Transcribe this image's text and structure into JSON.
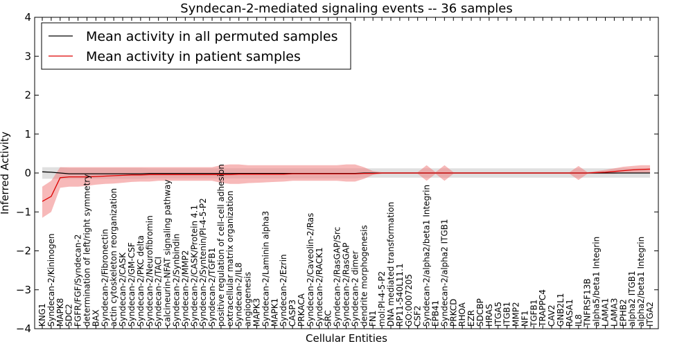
{
  "chart_data": {
    "type": "line",
    "title": "Syndecan-2-mediated signaling events -- 36 samples",
    "xlabel": "Cellular Entities",
    "ylabel": "Inferred Activity",
    "ylim": [
      -4,
      4
    ],
    "yticks": [
      -4,
      -3,
      -2,
      -1,
      0,
      1,
      2,
      3,
      4
    ],
    "legend_position": "top-left",
    "categories": [
      "KNG1",
      "Syndecan-2/Kininogen",
      "MAPK8",
      "SDC2",
      "FGFR/FGF/Syndecan-2",
      "determination of left/right symmetry",
      "BAX",
      "Syndecan-2/Fibronectin",
      "actin cytoskeleton reorganization",
      "Syndecan-2/CASK",
      "Syndecan-2/GM-CSF",
      "Syndecan-2/PKC delta",
      "Syndecan-2/Neurofibromin",
      "Syndecan-2/TACI",
      "calcineurin-NFAT signaling pathway",
      "Syndecan-2/Synbindin",
      "Syndecan-2/MMP2",
      "Syndecan-2/CASK/Protein 4.1",
      "Syndecan-2/Syntenin/PI-4-5-P2",
      "Syndecan-2/TGFB1",
      "positive regulation of cell-cell adhesion",
      "extracellular matrix organization",
      "Syndecan-2/IL8",
      "angiogenesis",
      "MAPK3",
      "Syndecan-2/Laminin alpha3",
      "MAPK1",
      "Syndecan-2/Ezrin",
      "CASP3",
      "PRKACA",
      "Syndecan-2/Caveolin-2/Ras",
      "Syndecan-2/RACK1",
      "SRC",
      "Syndecan-2/RasGAP/Src",
      "Syndecan-2/RasGAP",
      "Syndecan-2 dimer",
      "dendrite morphogenesis",
      "FN1",
      "mol:PI-4-5-P2",
      "DNA mediated transformation",
      "RP11-540L11.1",
      "GO:0007205",
      "CSF2",
      "Syndecan-2/alpha2/beta1 Integrin",
      "EPB41",
      "Syndecan-2/alpha2 ITGB1",
      "PRKCD",
      "RHOA",
      "EZR",
      "SDCBP",
      "HRAS",
      "ITGA5",
      "ITGB1",
      "MMP2",
      "NF1",
      "TGFB1",
      "TRAPPC4",
      "CAV2",
      "GNB2L1",
      "RASA1",
      "IL8",
      "TNFRSF13B",
      "alpha5/beta1 Integrin",
      "LAMA1",
      "LAMA3",
      "EPHB2",
      "alpha2 ITGB1",
      "alpha2/beta1 Integrin",
      "ITGA2"
    ],
    "series": [
      {
        "name": "Mean activity in all permuted samples",
        "color": "#000000",
        "band_color": "#bbbbbb",
        "values": [
          0.03,
          0.02,
          0.0,
          -0.02,
          -0.02,
          -0.02,
          -0.02,
          -0.02,
          -0.02,
          -0.02,
          -0.02,
          -0.02,
          -0.01,
          -0.01,
          -0.01,
          -0.01,
          -0.01,
          -0.01,
          -0.01,
          -0.01,
          -0.01,
          -0.01,
          -0.01,
          -0.01,
          -0.01,
          -0.01,
          -0.01,
          -0.01,
          -0.01,
          -0.01,
          -0.01,
          -0.01,
          -0.01,
          -0.01,
          -0.01,
          -0.01,
          0.0,
          0.0,
          0.0,
          0.0,
          0.0,
          0.0,
          0.0,
          0.0,
          0.0,
          0.0,
          0.0,
          0.0,
          0.0,
          0.0,
          0.0,
          0.0,
          0.0,
          0.0,
          0.0,
          0.0,
          0.0,
          0.0,
          0.0,
          0.0,
          0.0,
          0.0,
          0.0,
          0.0,
          0.0,
          0.0,
          0.0,
          0.0,
          0.0
        ],
        "upper": [
          0.15,
          0.15,
          0.15,
          0.13,
          0.13,
          0.13,
          0.13,
          0.13,
          0.13,
          0.13,
          0.13,
          0.13,
          0.12,
          0.12,
          0.12,
          0.12,
          0.12,
          0.12,
          0.12,
          0.12,
          0.12,
          0.12,
          0.12,
          0.12,
          0.12,
          0.12,
          0.12,
          0.12,
          0.12,
          0.12,
          0.12,
          0.12,
          0.12,
          0.12,
          0.12,
          0.12,
          0.12,
          0.12,
          0.12,
          0.12,
          0.12,
          0.12,
          0.12,
          0.12,
          0.12,
          0.12,
          0.12,
          0.12,
          0.12,
          0.12,
          0.12,
          0.12,
          0.12,
          0.12,
          0.12,
          0.12,
          0.12,
          0.12,
          0.12,
          0.12,
          0.12,
          0.12,
          0.12,
          0.12,
          0.12,
          0.12,
          0.12,
          0.12,
          0.12
        ],
        "lower": [
          -0.15,
          -0.15,
          -0.15,
          -0.15,
          -0.15,
          -0.15,
          -0.15,
          -0.15,
          -0.15,
          -0.15,
          -0.15,
          -0.15,
          -0.14,
          -0.14,
          -0.14,
          -0.14,
          -0.14,
          -0.14,
          -0.14,
          -0.14,
          -0.14,
          -0.14,
          -0.14,
          -0.14,
          -0.14,
          -0.14,
          -0.14,
          -0.14,
          -0.14,
          -0.14,
          -0.14,
          -0.14,
          -0.14,
          -0.14,
          -0.14,
          -0.14,
          -0.12,
          -0.12,
          -0.12,
          -0.12,
          -0.12,
          -0.12,
          -0.12,
          -0.12,
          -0.12,
          -0.12,
          -0.12,
          -0.12,
          -0.12,
          -0.12,
          -0.12,
          -0.12,
          -0.12,
          -0.12,
          -0.12,
          -0.12,
          -0.12,
          -0.12,
          -0.12,
          -0.12,
          -0.12,
          -0.12,
          -0.12,
          -0.12,
          -0.12,
          -0.12,
          -0.12,
          -0.12,
          -0.12
        ]
      },
      {
        "name": "Mean activity in patient samples",
        "color": "#dd0000",
        "band_color": "#f08080",
        "values": [
          -0.73,
          -0.6,
          -0.12,
          -0.1,
          -0.1,
          -0.1,
          -0.09,
          -0.08,
          -0.07,
          -0.06,
          -0.05,
          -0.05,
          -0.04,
          -0.04,
          -0.04,
          -0.04,
          -0.04,
          -0.04,
          -0.04,
          -0.04,
          -0.04,
          -0.04,
          -0.03,
          -0.03,
          -0.03,
          -0.03,
          -0.03,
          -0.03,
          -0.02,
          -0.02,
          -0.02,
          -0.02,
          -0.02,
          -0.02,
          -0.02,
          -0.02,
          -0.01,
          -0.01,
          0.0,
          0.0,
          0.0,
          0.0,
          0.0,
          0.0,
          0.0,
          0.0,
          0.0,
          0.0,
          0.0,
          0.0,
          0.0,
          0.0,
          0.0,
          0.0,
          0.0,
          0.0,
          0.0,
          0.0,
          0.0,
          0.0,
          0.0,
          0.0,
          0.01,
          0.02,
          0.04,
          0.06,
          0.08,
          0.09,
          0.1
        ],
        "upper": [
          -0.35,
          -0.2,
          0.15,
          0.15,
          0.15,
          0.15,
          0.15,
          0.15,
          0.15,
          0.15,
          0.15,
          0.15,
          0.15,
          0.15,
          0.15,
          0.15,
          0.15,
          0.15,
          0.15,
          0.15,
          0.2,
          0.22,
          0.22,
          0.2,
          0.2,
          0.2,
          0.2,
          0.2,
          0.2,
          0.2,
          0.2,
          0.2,
          0.2,
          0.2,
          0.22,
          0.22,
          0.15,
          0.05,
          0.02,
          0.02,
          0.02,
          0.02,
          0.02,
          0.2,
          0.02,
          0.2,
          0.02,
          0.02,
          0.02,
          0.02,
          0.02,
          0.02,
          0.02,
          0.02,
          0.02,
          0.02,
          0.02,
          0.02,
          0.02,
          0.02,
          0.18,
          0.02,
          0.05,
          0.08,
          0.12,
          0.16,
          0.18,
          0.2,
          0.2
        ],
        "lower": [
          -1.15,
          -1.0,
          -0.38,
          -0.35,
          -0.35,
          -0.33,
          -0.3,
          -0.28,
          -0.27,
          -0.25,
          -0.23,
          -0.22,
          -0.22,
          -0.2,
          -0.2,
          -0.2,
          -0.2,
          -0.2,
          -0.2,
          -0.2,
          -0.25,
          -0.28,
          -0.28,
          -0.26,
          -0.25,
          -0.24,
          -0.23,
          -0.22,
          -0.2,
          -0.2,
          -0.2,
          -0.2,
          -0.2,
          -0.2,
          -0.22,
          -0.22,
          -0.15,
          -0.05,
          -0.02,
          -0.02,
          -0.02,
          -0.02,
          -0.02,
          -0.2,
          -0.02,
          -0.2,
          -0.02,
          -0.02,
          -0.02,
          -0.02,
          -0.02,
          -0.02,
          -0.02,
          -0.02,
          -0.02,
          -0.02,
          -0.02,
          -0.02,
          -0.02,
          -0.02,
          -0.18,
          -0.02,
          -0.02,
          -0.02,
          -0.02,
          0.0,
          0.0,
          0.0,
          0.0
        ]
      }
    ]
  }
}
